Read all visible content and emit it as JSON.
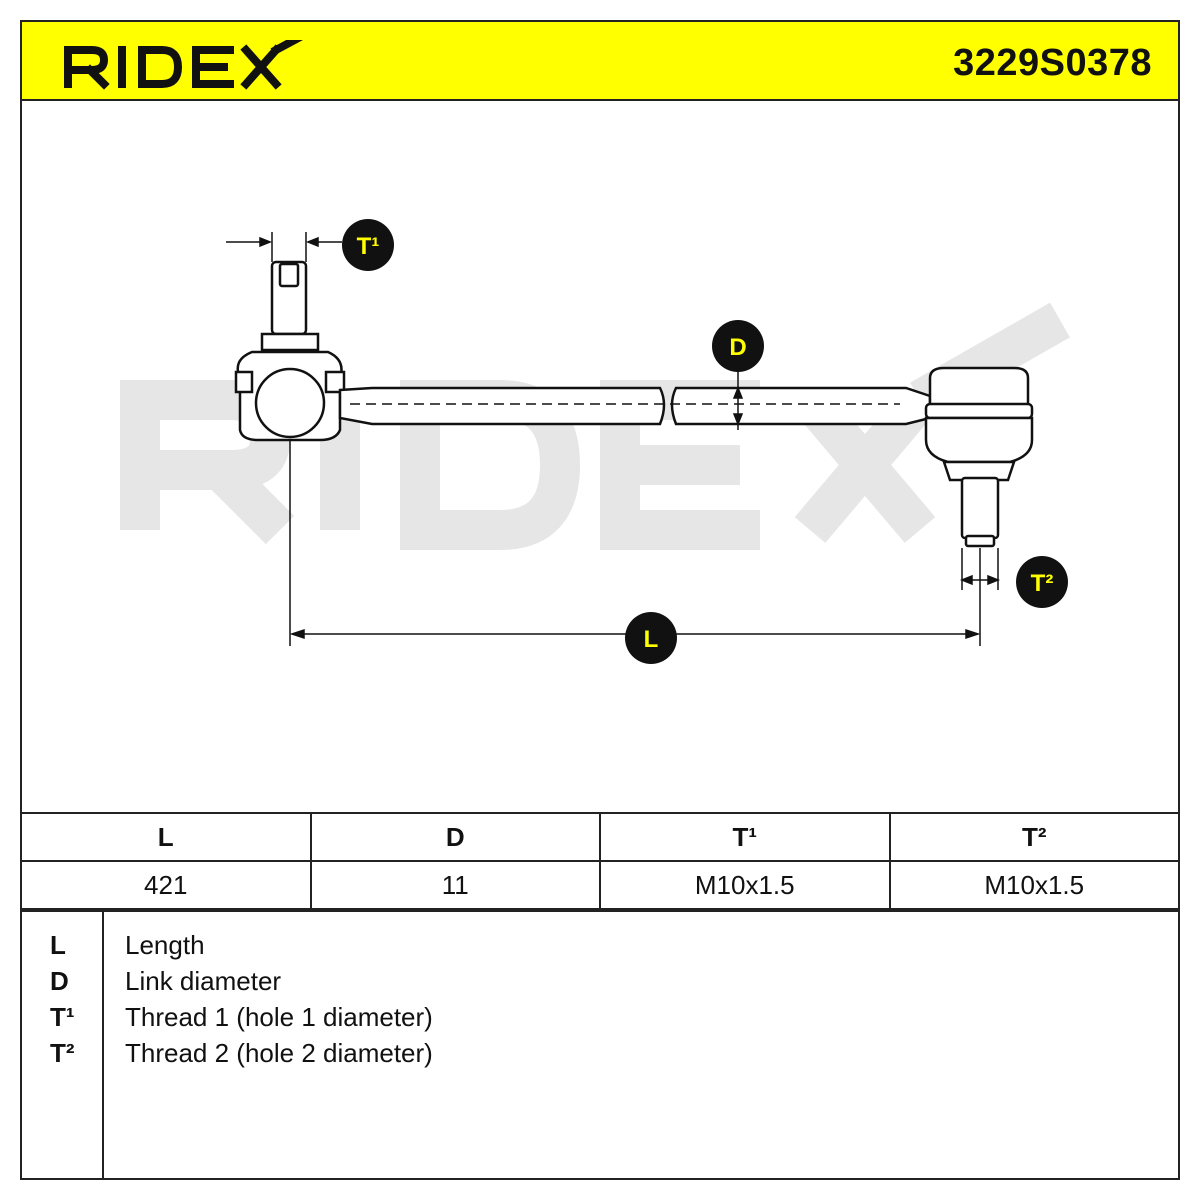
{
  "header": {
    "brand": "RIDEX",
    "part_number": "3229S0378",
    "background": "#ffff00"
  },
  "diagram": {
    "watermark": "RIDEX",
    "dimension_labels": {
      "T1": "T¹",
      "D": "D",
      "T2": "T²",
      "L": "L"
    },
    "badge_text_color": "#ffff00",
    "badge_fill": "#111111"
  },
  "spec_table": {
    "headers": [
      "L",
      "D",
      "T¹",
      "T²"
    ],
    "values": [
      "421",
      "11",
      "M10x1.5",
      "M10x1.5"
    ]
  },
  "legend": [
    {
      "key": "L",
      "label": "Length"
    },
    {
      "key": "D",
      "label": "Link diameter"
    },
    {
      "key": "T¹",
      "label": "Thread 1 (hole 1 diameter)"
    },
    {
      "key": "T²",
      "label": "Thread 2 (hole 2 diameter)"
    }
  ]
}
